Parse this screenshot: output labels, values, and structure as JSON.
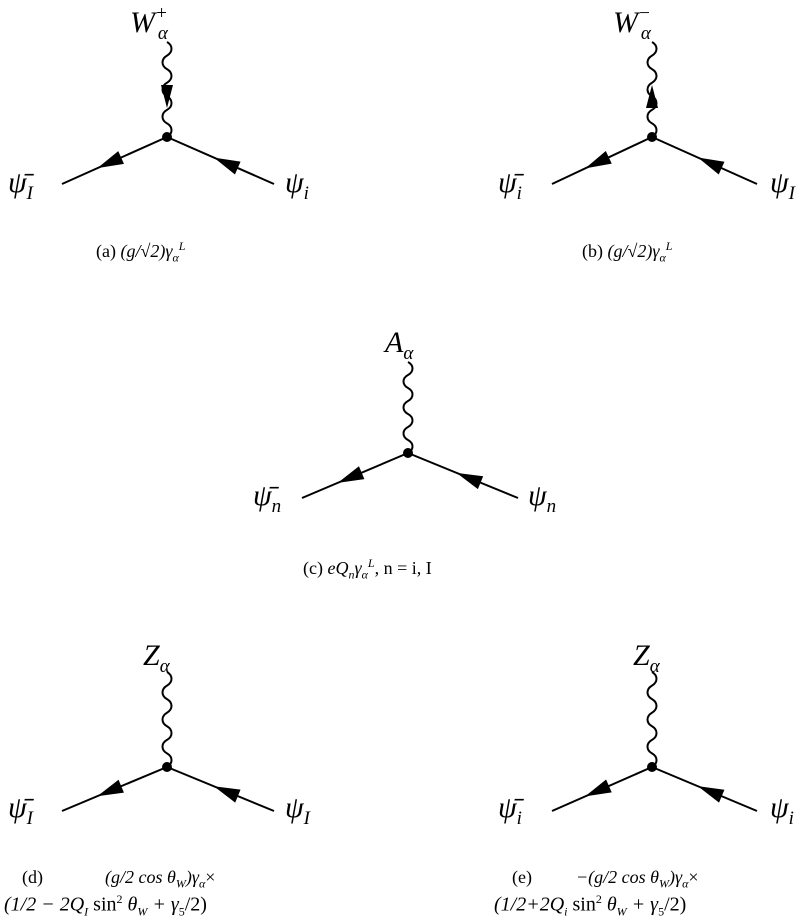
{
  "diagrams": [
    {
      "id": "a",
      "boson": "W",
      "boson_sup": "+",
      "boson_sub": "α",
      "left_fermion_sub": "I",
      "right_fermion_sub": "i",
      "caption_tag": "(a)",
      "caption": "(g/√2)γ",
      "caption_sub": "α",
      "caption_sup": "L",
      "boson_arrow": "down"
    },
    {
      "id": "b",
      "boson": "W",
      "boson_sup": "−",
      "boson_sub": "α",
      "left_fermion_sub": "i",
      "right_fermion_sub": "I",
      "caption_tag": "(b)",
      "caption": "(g/√2)γ",
      "caption_sub": "α",
      "caption_sup": "L",
      "boson_arrow": "up"
    },
    {
      "id": "c",
      "boson": "A",
      "boson_sub": "α",
      "left_fermion_sub": "n",
      "right_fermion_sub": "n",
      "caption_tag": "(c)",
      "caption": "eQ",
      "caption_n": "n",
      "caption_gamma": "γ",
      "caption_sub": "α",
      "caption_sup": "L",
      "caption_tail": ", n = i, I"
    },
    {
      "id": "d",
      "boson": "Z",
      "boson_sub": "α",
      "left_fermion_sub": "I",
      "right_fermion_sub": "I",
      "caption_tag": "(d)",
      "caption_line1": "(g/2 cos θ",
      "caption_line1_sub": "W",
      "caption_line1_tail": ")γ",
      "caption_line1_tail_sub": "α",
      "caption_line1_end": "×",
      "caption_line2": "(1/2 − 2Q",
      "caption_line2_sub": "I",
      "caption_line2_mid": " sin",
      "caption_line2_sup": "2",
      "caption_line2_theta": " θ",
      "caption_line2_theta_sub": "W",
      "caption_line2_end": " + γ",
      "caption_line2_end_sub": "5",
      "caption_line2_close": "/2)"
    },
    {
      "id": "e",
      "boson": "Z",
      "boson_sub": "α",
      "left_fermion_sub": "i",
      "right_fermion_sub": "i",
      "caption_tag": "(e)",
      "caption_line1": "−(g/2 cos θ",
      "caption_line1_sub": "W",
      "caption_line1_tail": ")γ",
      "caption_line1_tail_sub": "α",
      "caption_line1_end": "×",
      "caption_line2": "(1/2+2Q",
      "caption_line2_sub": "i",
      "caption_line2_mid": " sin",
      "caption_line2_sup": "2",
      "caption_line2_theta": " θ",
      "caption_line2_theta_sub": "W",
      "caption_line2_end": " + γ",
      "caption_line2_end_sub": "5",
      "caption_line2_close": "/2)"
    }
  ],
  "fermion_symbol": "ψ",
  "fermion_bar_symbol": "ψ̄",
  "style": {
    "line_color": "#000000",
    "background": "#ffffff"
  }
}
